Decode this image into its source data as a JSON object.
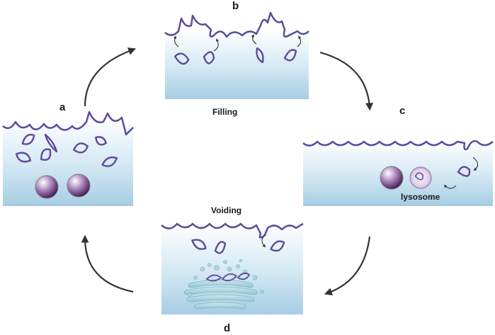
{
  "panels": {
    "a": {
      "letter": "a"
    },
    "b": {
      "letter": "b",
      "caption": "Filling"
    },
    "c": {
      "letter": "c",
      "organelle_label": "lysosome"
    },
    "d": {
      "letter": "d",
      "caption": "Voiding"
    }
  },
  "colors": {
    "membrane": "#5e4a9a",
    "cell_fill_top": "#ffffff",
    "cell_fill_bottom": "#a9cfe6",
    "arrow": "#333333",
    "granule_dark": "#4a1f5f",
    "golgi": "#b8dde6"
  }
}
